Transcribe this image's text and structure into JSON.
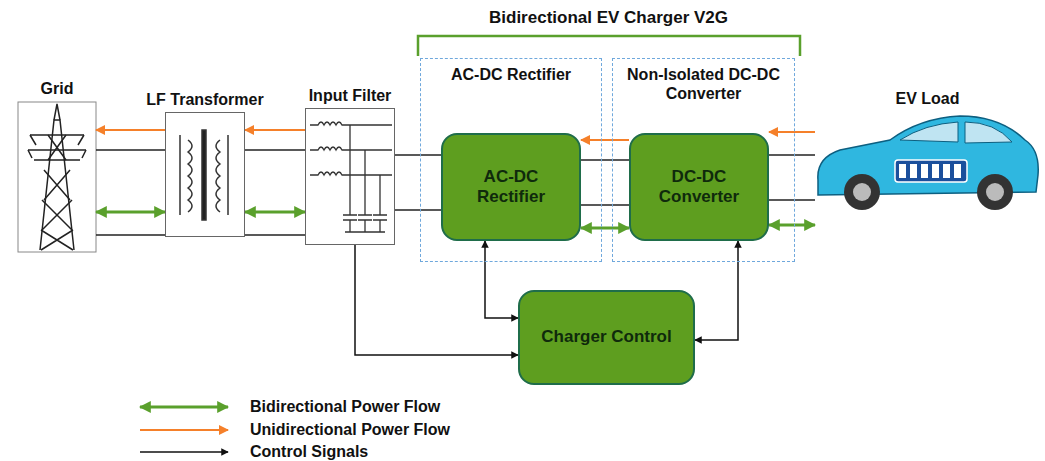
{
  "diagram": {
    "nodes": [
      {
        "text": [
          "Grid"
        ]
      },
      {
        "text": [
          "LF Transformer"
        ]
      },
      {
        "text": [
          "Input Filter"
        ]
      },
      {
        "text": [
          "AC-DC Rectifier"
        ]
      },
      {
        "text": [
          "AC-DC Rectifier"
        ],
        "in": 3
      },
      {
        "text": [
          "Non-Isolated DC-DC Converter"
        ]
      },
      {
        "text": [
          "DC-DC Converter"
        ],
        "in": 5
      },
      {
        "text": [
          "EV Load"
        ]
      },
      {
        "text": [
          "Charger Control"
        ]
      }
    ],
    "edges": [
      {
        "from": 1,
        "to": 0,
        "arrow": "to"
      },
      {
        "from": 0,
        "to": 1,
        "arrow": "both"
      },
      {
        "from": 0,
        "to": 1,
        "arrow": "none"
      },
      {
        "from": 0,
        "to": 1,
        "arrow": "none"
      },
      {
        "from": 2,
        "to": 1,
        "arrow": "to"
      },
      {
        "from": 1,
        "to": 2,
        "arrow": "both"
      },
      {
        "from": 1,
        "to": 2,
        "arrow": "none"
      },
      {
        "from": 1,
        "to": 2,
        "arrow": "none"
      },
      {
        "from": 2,
        "to": 4,
        "arrow": "none"
      },
      {
        "from": 2,
        "to": 4,
        "arrow": "none"
      },
      {
        "from": 6,
        "to": 4,
        "arrow": "to"
      },
      {
        "from": 4,
        "to": 6,
        "arrow": "both"
      },
      {
        "from": 4,
        "to": 6,
        "arrow": "none"
      },
      {
        "from": 4,
        "to": 6,
        "arrow": "none"
      },
      {
        "from": 7,
        "to": 6,
        "arrow": "to"
      },
      {
        "from": 6,
        "to": 7,
        "arrow": "both"
      },
      {
        "from": 6,
        "to": 7,
        "arrow": "none"
      },
      {
        "from": 6,
        "to": 7,
        "arrow": "none"
      },
      {
        "from": 8,
        "to": 4,
        "arrow": "both"
      },
      {
        "from": 8,
        "to": 6,
        "arrow": "both"
      },
      {
        "from": 2,
        "to": 8,
        "arrow": "to"
      }
    ],
    "labels": [
      "Bidirectional EV Charger V2G"
    ],
    "legend": [
      {
        "text": "Bidirectional Power Flow"
      },
      {
        "text": "Unidirectional Power Flow"
      },
      {
        "text": "Control Signals"
      }
    ]
  }
}
